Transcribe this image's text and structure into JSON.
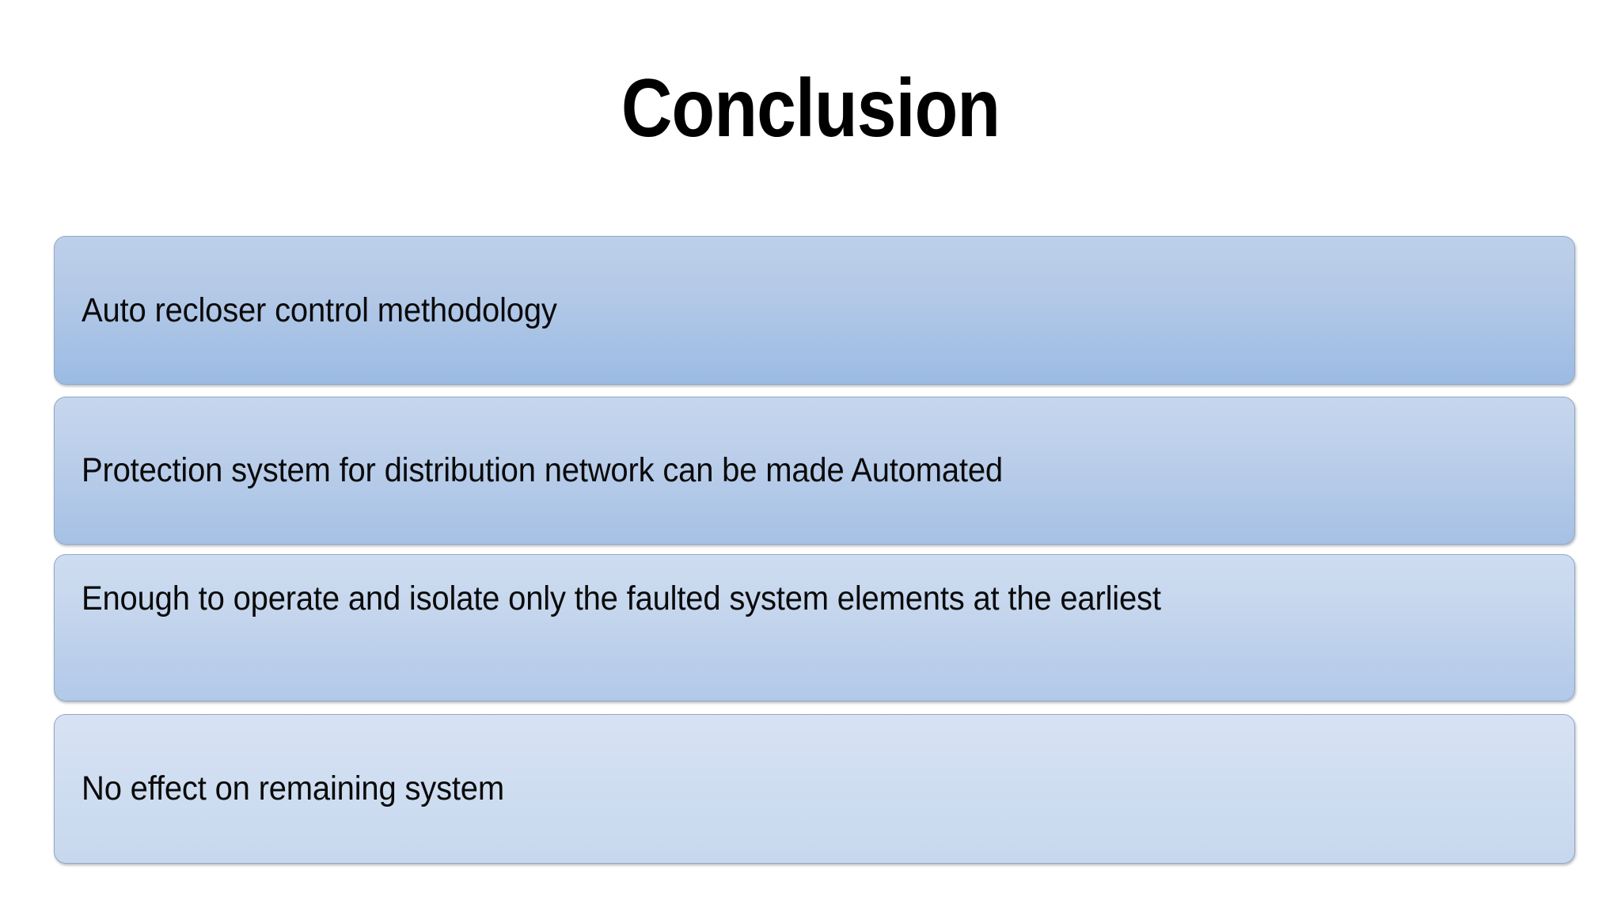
{
  "slide": {
    "title": "Conclusion",
    "background_color": "#ffffff",
    "title_color": "#000000"
  },
  "content_boxes": [
    {
      "id": "box-1",
      "text": "Auto recloser control methodology",
      "gradient_top": "#bdd0ea",
      "gradient_bottom": "#9bbbe3",
      "border_color": "#93a9c4"
    },
    {
      "id": "box-2",
      "text": "Protection system for distribution network can be made Automated",
      "gradient_top": "#c6d6ee",
      "gradient_bottom": "#a6c1e5",
      "border_color": "#93a9c4"
    },
    {
      "id": "box-3",
      "text": "Enough to operate and isolate only the faulted system elements at the earliest",
      "gradient_top": "#cedcf0",
      "gradient_bottom": "#b2c9e9",
      "border_color": "#93a9c4"
    },
    {
      "id": "box-4",
      "text": "No effect on remaining system",
      "gradient_top": "#d7e2f3",
      "gradient_bottom": "#c6d8ee",
      "border_color": "#93a9c4"
    }
  ]
}
